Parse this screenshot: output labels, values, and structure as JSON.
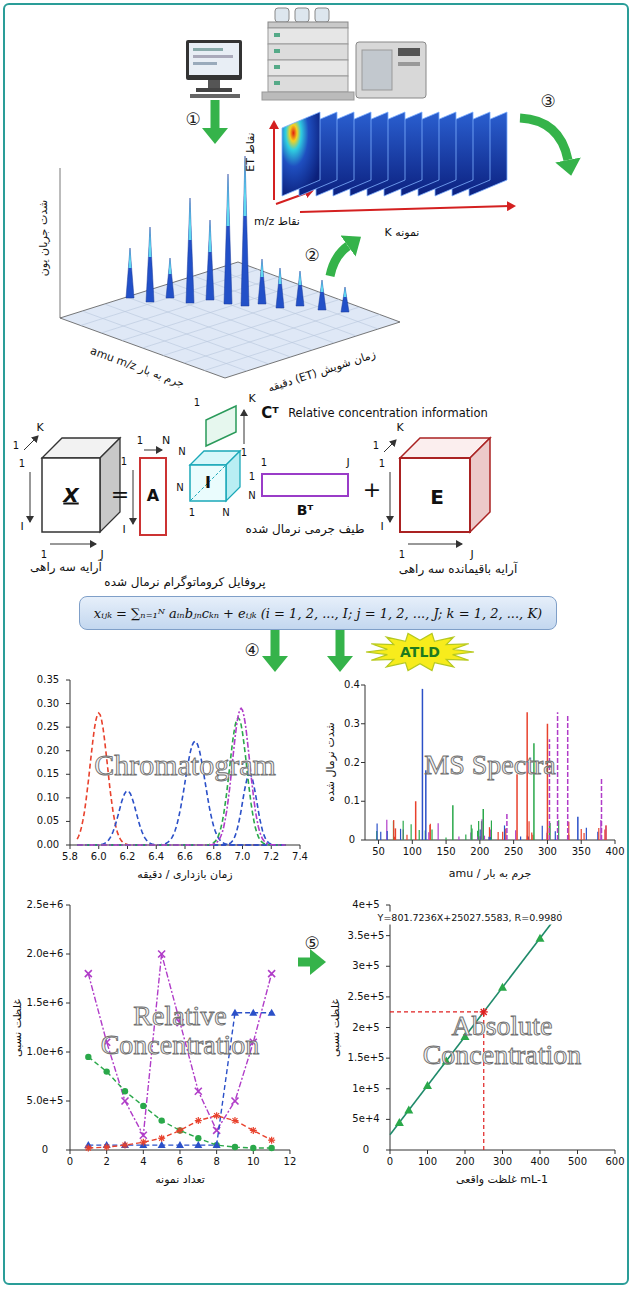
{
  "diagram": {
    "nodes": [
      {
        "text": [
          "شدت جریان یون",
          "جرم به بار amu m/z",
          "زمان شویش (ET) دقیقه"
        ]
      },
      {
        "text": [
          "نقاط ET",
          "نقاط m/z",
          "نمونه K"
        ]
      },
      {
        "text": [
          "xᵢⱼₖ = ∑ₙ₌₁ᴺ aᵢₙbⱼₙcₖₙ + eᵢⱼₖ (i = 1, 2, ..., I; j = 1, 2, ..., J; k = 1, 2, ..., K)"
        ]
      },
      {
        "text": [
          "ATLD"
        ]
      },
      {
        "text": [
          "Chromatogram",
          "0.35",
          "0.30",
          "0.25",
          "0.20",
          "0.15",
          "0.10",
          "0.05",
          "0.00",
          "5.8",
          "6.0",
          "6.2",
          "6.4",
          "6.6",
          "6.8",
          "7.0",
          "7.2",
          "7.4",
          "زمان بازداری / دقیقه"
        ]
      },
      {
        "text": [
          "MS Spectra",
          "شدت نرمال شده",
          "0.4",
          "0.3",
          "0.2",
          "0.1",
          "0",
          "50",
          "100",
          "150",
          "200",
          "250",
          "300",
          "350",
          "400",
          "جرم به بار / amu"
        ]
      },
      {
        "text": [
          "Relative Concentration",
          "غلظت نسبی",
          "2.5e+6",
          "2.0e+6",
          "1.5e+6",
          "1.0e+6",
          "5.0e+5",
          "0",
          "0",
          "2",
          "4",
          "6",
          "8",
          "10",
          "12",
          "تعداد نمونه"
        ]
      },
      {
        "text": [
          "Absolute Concentration",
          "غلظت نسبی",
          "Y=801.7236X+25027.5583, R=0.9980",
          "4e+5",
          "3.5e+5",
          "3e+5",
          "2.5e+5",
          "2e+5",
          "1.5e+5",
          "1e+5",
          "5e+4",
          "0",
          "0",
          "100",
          "200",
          "300",
          "400",
          "500",
          "600",
          "mL-1 غلظت واقعی"
        ]
      }
    ],
    "edges": [
      {
        "from": 2,
        "to": 4,
        "label": "④",
        "arrow": "to"
      },
      {
        "from": 2,
        "to": 5,
        "arrow": "to"
      },
      {
        "from": 6,
        "to": 7,
        "label": "⑤",
        "arrow": "to"
      }
    ],
    "labels": [
      "①",
      "②",
      "③",
      "X",
      "K",
      "1",
      "1",
      "I",
      "1",
      "J",
      "=",
      "A",
      "1",
      "N",
      "1",
      "I",
      "I",
      "N",
      "N",
      "1",
      "N",
      "Cᵀ",
      "Relative concentration information",
      "K",
      "1",
      "1",
      "Bᵀ",
      "1",
      "J",
      "1",
      "N",
      "+",
      "E",
      "K",
      "1",
      "1",
      "I",
      "1",
      "J",
      "آرایه سه راهی",
      "پروفایل کروماتوگرام نرمال شده",
      "طیف جرمی نرمال شده",
      "آرایه باقیمانده سه راهی"
    ]
  }
}
